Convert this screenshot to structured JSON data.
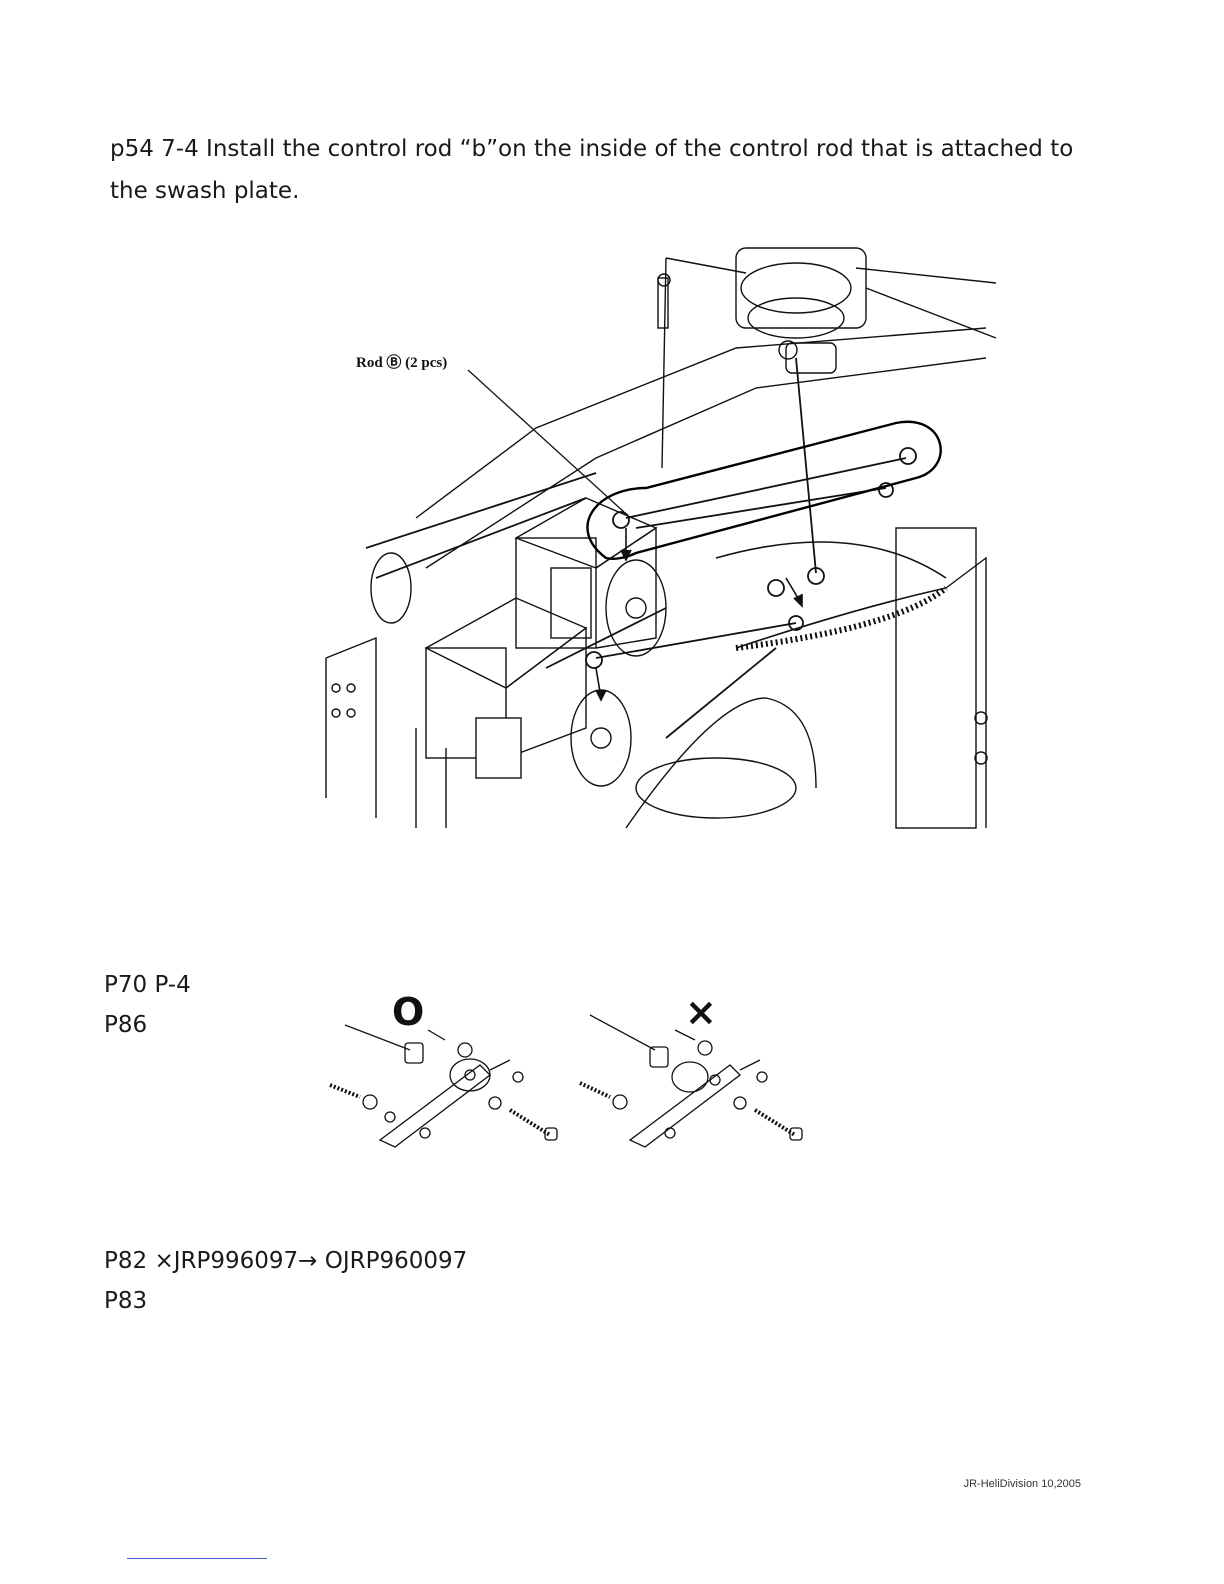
{
  "instruction": {
    "text": "p54 7-4 Install the control rod “b”on the inside of the control rod that is attached to the swash plate."
  },
  "figure_main": {
    "callout_label": "Rod Ⓑ (2 pcs)"
  },
  "notes": {
    "line1": "P70 P-4",
    "line2": "P86",
    "line3": "P82 ×JRP996097→ OJRP960097",
    "line4": "P83"
  },
  "figure_link": {
    "correct_symbol": "O",
    "incorrect_symbol": "×"
  },
  "footer": {
    "credit": "JR-HeliDivision 10,2005"
  }
}
